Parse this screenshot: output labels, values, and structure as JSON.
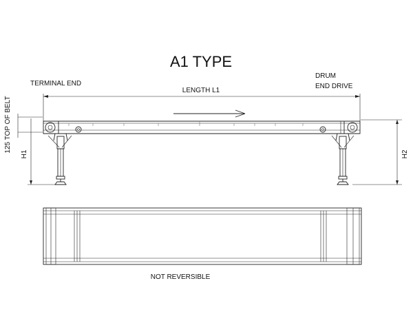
{
  "drawing": {
    "title": "A1 TYPE",
    "terminal_end_label": "TERMINAL END",
    "drive_end_label_line1": "DRUM",
    "drive_end_label_line2": "END DRIVE",
    "length_label": "LENGTH L1",
    "top_of_belt_label": "125 TOP OF BELT",
    "h1_label": "H1",
    "h2_label": "H2",
    "plan_note": "NOT REVERSIBLE"
  },
  "colors": {
    "line": "#222222",
    "text": "#111111",
    "background": "#ffffff"
  }
}
